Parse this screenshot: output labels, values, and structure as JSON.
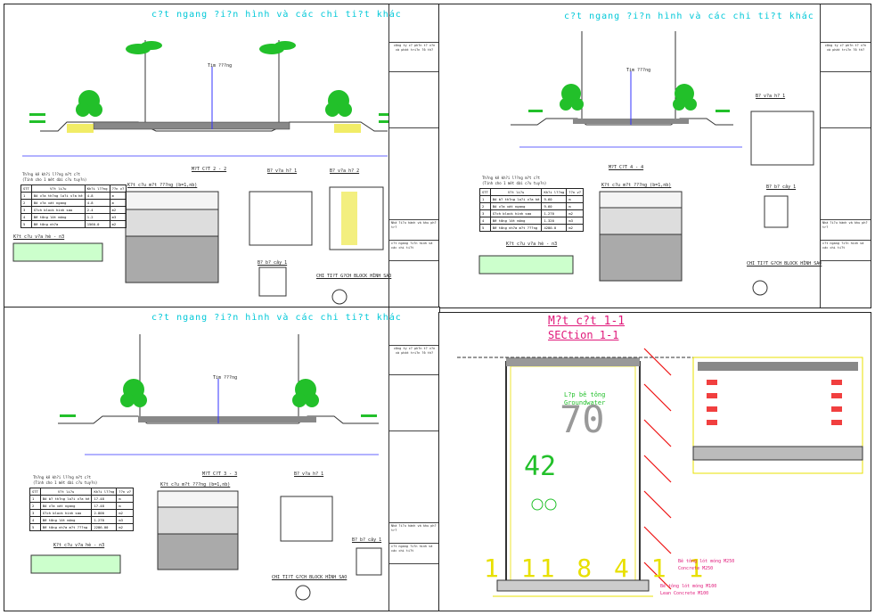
{
  "sheets": [
    {
      "title": "c?t ngang ?i?n hình và các chi ti?t khác",
      "section_label": "M?T C?T 2 - 2",
      "detail_labels": [
        "B? v?a h? 1",
        "B? v?a h? 2",
        "K?t c?u m?t ???ng (b=1,nb)",
        "K?t c?u v?a hè - n3",
        "CHI TI?T G?CH BLOCK HÌNH SAO",
        "B? b? cây 1"
      ],
      "table_title": "Th?ng kê kh?i l??ng m?t c?t",
      "table_sub": "(Tính cho 1 mét dài c?u tuy?n)",
      "table_headers": [
        "STT",
        "V?t li?u",
        "Kh?i l??ng",
        "??n v?"
      ],
      "table_rows": [
        [
          "1",
          "Bó v?a th?ng lo?i v?a hè",
          "4.8",
          "m"
        ],
        [
          "2",
          "Bó v?a vát ngang",
          "4.8",
          "m"
        ],
        [
          "3",
          "G?ch block hình sao",
          "2.4",
          "m2"
        ],
        [
          "4",
          "Bê tông lót móng",
          "1.2",
          "m3"
        ],
        [
          "5",
          "Bê tông nh?a",
          "1560.0",
          "m2"
        ]
      ],
      "road_label": "Tim ???ng"
    },
    {
      "title": "c?t ngang ?i?n hình và các chi ti?t khác",
      "section_label": "M?T C?T 4 - 4",
      "detail_labels": [
        "B? v?a h? 1",
        "B? b? cây 1",
        "K?t c?u m?t ???ng (b=1,nb)",
        "K?t c?u v?a hè - n3",
        "CHI TI?T G?CH BLOCK HÌNH SAO"
      ],
      "table_title": "Th?ng kê kh?i l??ng m?t c?t",
      "table_sub": "(Tính cho 1 mét dài c?u tuy?n)",
      "table_headers": [
        "STT",
        "V?t li?u",
        "Kh?i l??ng",
        "??n v?"
      ],
      "table_rows": [
        [
          "1",
          "Bó b? th?ng lo?i v?a hè",
          "9.60",
          "m"
        ],
        [
          "2",
          "Bó v?a vát ngang",
          "9.60",
          "m"
        ],
        [
          "3",
          "G?ch block hình sao",
          "1.270",
          "m2"
        ],
        [
          "4",
          "Bê tông lót móng",
          "1.320",
          "m3"
        ],
        [
          "5",
          "Bê tông nh?a m?t ???ng",
          "4280.0",
          "m2"
        ]
      ],
      "road_label": "Tim ???ng"
    },
    {
      "title": "c?t ngang ?i?n hình và các chi ti?t khác",
      "section_label": "M?T C?T 3 - 3",
      "detail_labels": [
        "B? v?a h? 1",
        "K?t c?u m?t ???ng (b=1,nb)",
        "K?t c?u v?a hè - n3",
        "CHI TI?T G?CH BLOCK HÌNH SAO",
        "B? b? cây 1"
      ],
      "table_title": "Th?ng kê kh?i l??ng m?t c?t",
      "table_sub": "(Tính cho 1 mét dài c?u tuy?n)",
      "table_headers": [
        "STT",
        "V?t li?u",
        "Kh?i l??ng",
        "??n v?"
      ],
      "table_rows": [
        [
          "1",
          "Bó b? th?ng lo?i v?a hè",
          "17.48",
          "m"
        ],
        [
          "2",
          "Bó v?a vát ngang",
          "17.48",
          "m"
        ],
        [
          "3",
          "G?ch block hình sao",
          "2.800",
          "m2"
        ],
        [
          "4",
          "Bê tông lót móng",
          "1.270",
          "m3"
        ],
        [
          "5",
          "Bê tông nh?a m?t ???ng",
          "2286.00",
          "m2"
        ]
      ],
      "road_label": "Tim ???ng"
    }
  ],
  "title_block": {
    "company": "công ty c? ph?n t? v?n và phát tri?n ?ô th?",
    "project": "Nhà ?i?u hành và khu ph? tr?",
    "drawing": "c?t ngang ?i?n hình và các chi ti?t"
  },
  "section": {
    "title": "M?t c?t 1-1",
    "subtitle": "SECtion 1-1",
    "label_concrete1": "L?p bê tông",
    "label_concrete1_en": "Groundwater",
    "label_foot1": "Bê tông lót móng M250",
    "label_foot1_en": "Concrete M250",
    "label_foot2": "Bê tông lót móng M100",
    "label_foot2_en": "Lean Concrete M100",
    "dim_big": "70",
    "dim_mid": "42",
    "bottom_digits": "1 11 8 4 1 1"
  },
  "colors": {
    "cyan": "#00c8d8",
    "magenta": "#e0187a",
    "green": "#22c02a",
    "yellow": "#e8e000",
    "red": "#ee1010"
  }
}
